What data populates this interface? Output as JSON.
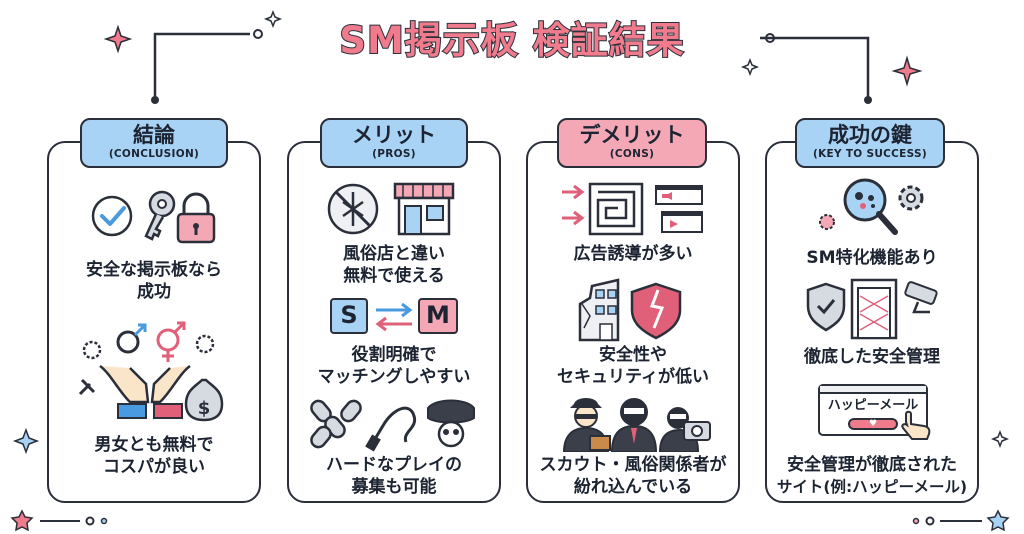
{
  "title": "SM掲示板 検証結果",
  "colors": {
    "pink": "#f07b8c",
    "blue": "#a9d3f5",
    "dark": "#2a2f3a",
    "accent_pink": "#f4a8b6"
  },
  "panels": [
    {
      "title": "結論",
      "subtitle": "(CONCLUSION)",
      "items": [
        {
          "icon": "check-key-lock-icon",
          "lines": [
            "安全な掲示板なら",
            "成功"
          ]
        },
        {
          "icon": "hands-gender-money-icon",
          "lines": [
            "男女とも無料で",
            "コスパが良い"
          ]
        }
      ]
    },
    {
      "title": "メリット",
      "subtitle": "(PROS)",
      "items": [
        {
          "icon": "no-shop-icon",
          "lines": [
            "風俗店と違い",
            "無料で使える"
          ]
        },
        {
          "icon": "s-m-match-icon",
          "s": "S",
          "m": "M",
          "lines": [
            "役割明確で",
            "マッチングしやすい"
          ]
        },
        {
          "icon": "chain-whip-blindfold-icon",
          "lines": [
            "ハードなプレイの",
            "募集も可能"
          ]
        }
      ]
    },
    {
      "title": "デメリット",
      "subtitle": "(CONS)",
      "items": [
        {
          "icon": "maze-ads-icon",
          "lines": [
            "広告誘導が多い"
          ]
        },
        {
          "icon": "broken-building-shield-icon",
          "lines": [
            "安全性や",
            "セキュリティが低い"
          ]
        },
        {
          "icon": "suspicious-people-icon",
          "lines": [
            "スカウト・風俗関係者が",
            "紛れ込んでいる"
          ]
        }
      ]
    },
    {
      "title": "成功の鍵",
      "subtitle": "(KEY TO SUCCESS)",
      "items": [
        {
          "icon": "magnifier-gear-icon",
          "lines": [
            "SM特化機能あり"
          ]
        },
        {
          "icon": "shield-scanner-camera-icon",
          "lines": [
            "徹底した安全管理"
          ]
        },
        {
          "icon": "happymail-window-icon",
          "window_text": "ハッピーメール",
          "lines": [
            "安全管理が徹底された",
            "サイト(例:ハッピーメール)"
          ]
        }
      ]
    }
  ]
}
